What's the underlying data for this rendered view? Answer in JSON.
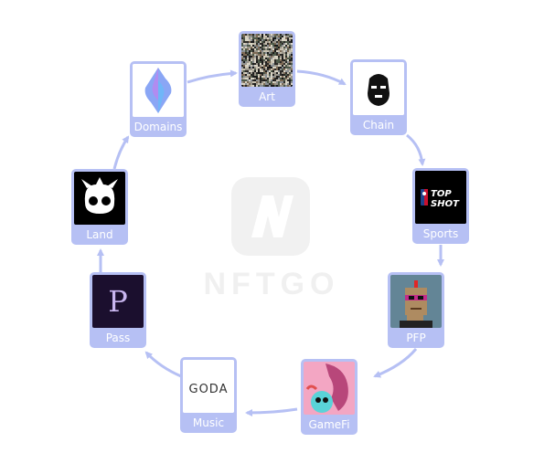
{
  "diagram": {
    "watermark": {
      "text": "NFTGO"
    },
    "nodes": [
      {
        "id": "art",
        "label": "Art",
        "icon": "noise-art-icon"
      },
      {
        "id": "chain",
        "label": "Chain",
        "icon": "bearded-face-icon"
      },
      {
        "id": "sports",
        "label": "Sports",
        "icon": "nba-top-shot-icon",
        "logo_text": "TOP SHOT"
      },
      {
        "id": "pfp",
        "label": "PFP",
        "icon": "punk-avatar-icon"
      },
      {
        "id": "gamefi",
        "label": "GameFi",
        "icon": "axie-game-icon"
      },
      {
        "id": "music",
        "label": "Music",
        "icon": "goda-music-icon",
        "logo_text": "GODA"
      },
      {
        "id": "pass",
        "label": "Pass",
        "icon": "letter-p-icon",
        "logo_text": "P"
      },
      {
        "id": "land",
        "label": "Land",
        "icon": "horned-monster-icon"
      },
      {
        "id": "domains",
        "label": "Domains",
        "icon": "ens-domains-icon"
      }
    ],
    "cycle_order": [
      "art",
      "chain",
      "sports",
      "pfp",
      "gamefi",
      "music",
      "pass",
      "land",
      "domains"
    ],
    "colors": {
      "node": "#b6c0f4",
      "arrow": "#b6c0f4",
      "watermark": "#f1f1f1"
    }
  }
}
